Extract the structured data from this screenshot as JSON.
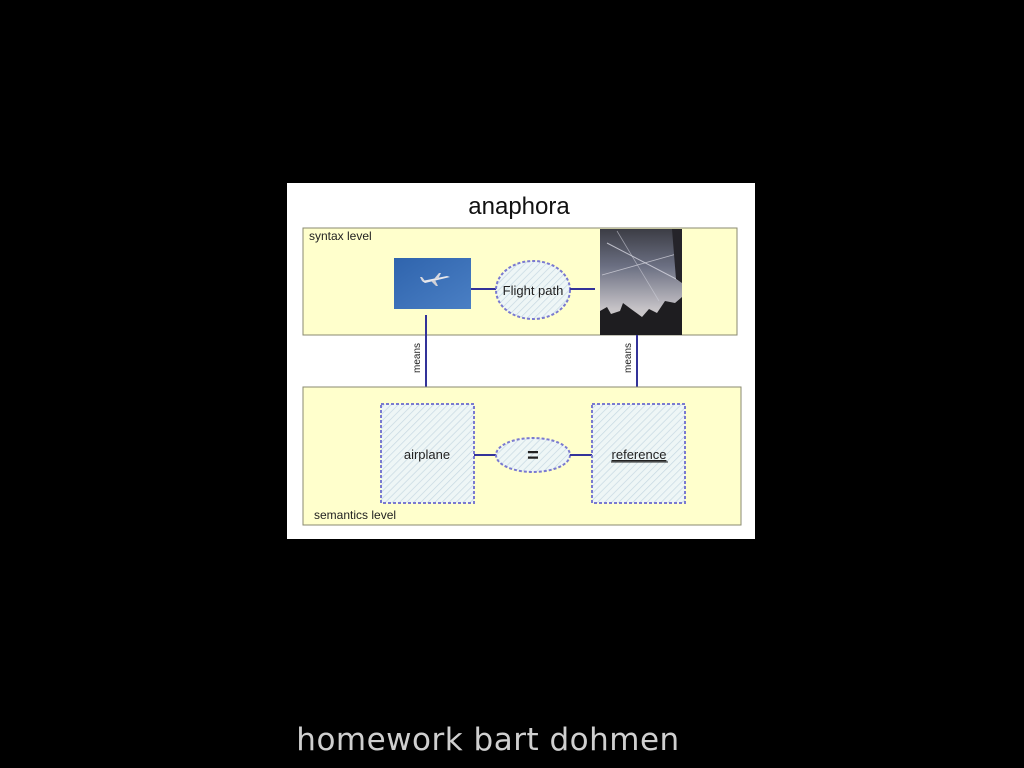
{
  "diagram": {
    "title": "anaphora",
    "syntax_level_label": "syntax level",
    "semantics_level_label": "semantics level",
    "flight_path_label": "Flight path",
    "means_left_label": "means",
    "means_right_label": "means",
    "airplane_label": "airplane",
    "equals_label": "=",
    "reference_label": "reference",
    "colors": {
      "panel_fill": "#ffffcc",
      "panel_stroke": "#8a8a70",
      "connector": "#333399",
      "hatch": "#9999dd",
      "box_fill": "#eef6f6",
      "sky_photo": "#3a6fb6"
    }
  },
  "footer": {
    "caption": "homework bart dohmen"
  }
}
